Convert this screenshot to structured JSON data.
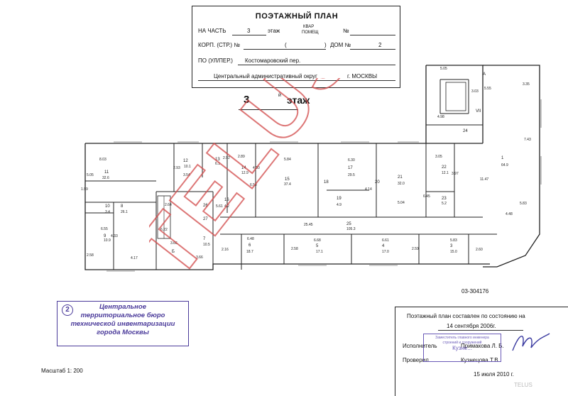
{
  "header": {
    "title": "ПОЭТАЖНЫЙ ПЛАН",
    "na_chast_label": "НА ЧАСТЬ",
    "na_chast_value": "3",
    "etazh_label": "этаж",
    "kvar_label": "КВАР",
    "pomesch_label": "ПОМЕЩ",
    "no_label": "№",
    "korp_label": "КОРП. (СТР.) №",
    "paren_open": "(",
    "paren_close": ")",
    "dom_label": "ДОМ №",
    "dom_value": "2",
    "po_label": "ПО (УЛ/ПЕР.)",
    "street_value": "Костомаровский пер.",
    "district_value": "Центральный административный округ",
    "city_value": "г. МОСКВЫ"
  },
  "floor": {
    "number": "3",
    "superscript": "й",
    "word": "этаж"
  },
  "plan": {
    "rooms": [
      {
        "t": "8.03"
      },
      {
        "t": "11"
      },
      {
        "t": "32.6"
      },
      {
        "t": "5.05"
      },
      {
        "t": "12"
      },
      {
        "t": "10.1"
      },
      {
        "t": "3.54"
      },
      {
        "t": "2.93"
      },
      {
        "t": "13"
      },
      {
        "t": "6.1"
      },
      {
        "t": "2.92"
      },
      {
        "t": "2.89"
      },
      {
        "t": "14"
      },
      {
        "t": "12.9"
      },
      {
        "t": "4.30"
      },
      {
        "t": "5.84"
      },
      {
        "t": "15"
      },
      {
        "t": "37.4"
      },
      {
        "t": "6.54"
      },
      {
        "t": "6.30"
      },
      {
        "t": "17"
      },
      {
        "t": "29.5"
      },
      {
        "t": "18"
      },
      {
        "t": "19"
      },
      {
        "t": "4.9"
      },
      {
        "t": "4.14"
      },
      {
        "t": "20"
      },
      {
        "t": "21"
      },
      {
        "t": "32.0"
      },
      {
        "t": "5.04"
      },
      {
        "t": "3.05"
      },
      {
        "t": "22"
      },
      {
        "t": "12.1"
      },
      {
        "t": "3.97"
      },
      {
        "t": "6.45"
      },
      {
        "t": "23"
      },
      {
        "t": "5.2"
      },
      {
        "t": "1"
      },
      {
        "t": "64.9"
      },
      {
        "t": "11.47"
      },
      {
        "t": "4.48"
      },
      {
        "t": "5.83"
      },
      {
        "t": "7.43"
      },
      {
        "t": "3.35"
      },
      {
        "t": "5.05"
      },
      {
        "t": "А"
      },
      {
        "t": "5.55"
      },
      {
        "t": "3.03"
      },
      {
        "t": "4.98"
      },
      {
        "t": "VII"
      },
      {
        "t": "24"
      },
      {
        "t": "1.99"
      },
      {
        "t": "10"
      },
      {
        "t": "3.4"
      },
      {
        "t": "8"
      },
      {
        "t": "26.1"
      },
      {
        "t": "6.55"
      },
      {
        "t": "4.33"
      },
      {
        "t": "9"
      },
      {
        "t": "10.9"
      },
      {
        "t": "2.58"
      },
      {
        "t": "4.17"
      },
      {
        "t": "2.64"
      },
      {
        "t": "26"
      },
      {
        "t": "27"
      },
      {
        "t": "6.22"
      },
      {
        "t": "Б"
      },
      {
        "t": "3.66"
      },
      {
        "t": "7"
      },
      {
        "t": "10.5"
      },
      {
        "t": "3.66"
      },
      {
        "t": "16"
      },
      {
        "t": "4.2"
      },
      {
        "t": "5.61"
      },
      {
        "t": "25.45"
      },
      {
        "t": "25"
      },
      {
        "t": "105.3"
      },
      {
        "t": "6.48"
      },
      {
        "t": "6"
      },
      {
        "t": "18.7"
      },
      {
        "t": "2.16"
      },
      {
        "t": "2.58"
      },
      {
        "t": "6.68"
      },
      {
        "t": "5"
      },
      {
        "t": "17.1"
      },
      {
        "t": "6.61"
      },
      {
        "t": "4"
      },
      {
        "t": "17.0"
      },
      {
        "t": "2.59"
      },
      {
        "t": "5.83"
      },
      {
        "t": "3"
      },
      {
        "t": "15.0"
      },
      {
        "t": "2.60"
      }
    ]
  },
  "stamp_bti": {
    "number": "2",
    "lines": [
      "Центральное",
      "территориальное бюро",
      "технической инвентаризации",
      "города Москвы"
    ]
  },
  "doc_code": "03-304176",
  "scale": "Масштаб 1: 200",
  "info": {
    "line1": "Поэтажный план составлен по состоянию на",
    "line2": "14 сентября 2006г.",
    "executor_label": "Исполнитель",
    "executor_name": "Примакова Л. Б.",
    "checker_label": "Проверил",
    "checker_name": "Кузнецова Т.В.",
    "date": "15 июля 2010 г."
  },
  "watermark": "TELUS",
  "stamp_small": {
    "lines": [
      "Заместитель главного инженера",
      "строений и сооружений",
      "Кузне..."
    ]
  },
  "corner_logo": "TELUS"
}
